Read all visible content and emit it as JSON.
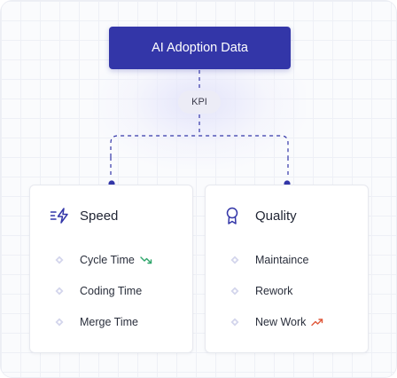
{
  "title": "AI Adoption Data",
  "connector_label": "KPI",
  "colors": {
    "primary": "#3336a8",
    "trend_down": "#2ea56a",
    "trend_up": "#e0583a",
    "bullet": "#c9cbe6"
  },
  "cards": [
    {
      "label": "Speed",
      "icon": "speed-lightning-icon",
      "items": [
        {
          "label": "Cycle Time",
          "trend": "trend-down-icon"
        },
        {
          "label": "Coding Time",
          "trend": ""
        },
        {
          "label": "Merge Time",
          "trend": ""
        }
      ]
    },
    {
      "label": "Quality",
      "icon": "award-ribbon-icon",
      "items": [
        {
          "label": "Maintaince",
          "trend": ""
        },
        {
          "label": "Rework",
          "trend": ""
        },
        {
          "label": "New Work",
          "trend": "trend-up-icon"
        }
      ]
    }
  ]
}
